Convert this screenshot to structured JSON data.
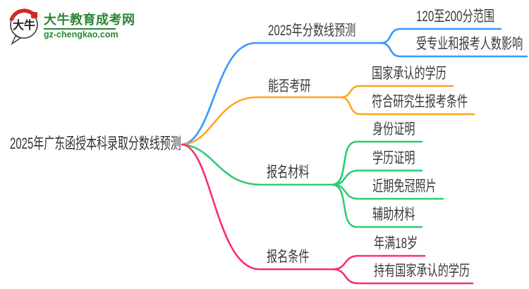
{
  "logo": {
    "site_name": "大牛教育成考网",
    "site_url": "gz-chengkao.com",
    "icon_text": "大牛",
    "brand_color": "#2a8533",
    "seal_color": "#cf2a1f"
  },
  "mindmap": {
    "root": "2025年广东函授本科录取分数线预测",
    "text_color": "#3a3a3a",
    "branches": [
      {
        "label": "2025年分数线预测",
        "color": "#3898ff",
        "children": [
          "120至200分范围",
          "受专业和报考人数影响"
        ]
      },
      {
        "label": "能否考研",
        "color": "#ffa51f",
        "children": [
          "国家承认的学历",
          "符合研究生报考条件"
        ]
      },
      {
        "label": "报名材料",
        "color": "#2ecc71",
        "children": [
          "身份证明",
          "学历证明",
          "近期免冠照片",
          "辅助材料"
        ]
      },
      {
        "label": "报名条件",
        "color": "#fa2a79",
        "children": [
          "年满18岁",
          "持有国家承认的学历"
        ]
      }
    ]
  }
}
